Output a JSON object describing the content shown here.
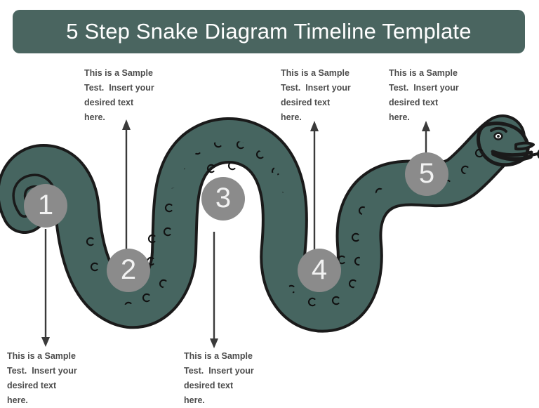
{
  "header": {
    "title": "5 Step Snake Diagram Timeline Template",
    "banner_color": "#4a6560",
    "title_color": "#ffffff"
  },
  "theme": {
    "snake_body_color": "#466560",
    "snake_outline_color": "#1a1a1a",
    "circle_color": "#8b8b8b",
    "circle_text_color": "#f2f2f2",
    "arrow_color": "#3a3a3a",
    "caption_color": "#4d4d4d",
    "background": "#ffffff"
  },
  "diagram": {
    "type": "snake-timeline",
    "step_count": 5,
    "illustration": "snake",
    "steps": [
      {
        "number": "1",
        "caption_lines": [
          "This is a Sample",
          "Test.  Insert your",
          "desired text",
          "here."
        ],
        "arrow_direction": "down",
        "caption_position": "bottom"
      },
      {
        "number": "2",
        "caption_lines": [
          "This is a Sample",
          "Test.  Insert your",
          "desired text",
          "here."
        ],
        "arrow_direction": "up",
        "caption_position": "top"
      },
      {
        "number": "3",
        "caption_lines": [
          "This is a Sample",
          "Test.  Insert your",
          "desired text",
          "here."
        ],
        "arrow_direction": "down",
        "caption_position": "bottom"
      },
      {
        "number": "4",
        "caption_lines": [
          "This is a Sample",
          "Test.  Insert your",
          "desired text",
          "here."
        ],
        "arrow_direction": "up",
        "caption_position": "top"
      },
      {
        "number": "5",
        "caption_lines": [
          "This is a Sample",
          "Test.  Insert your",
          "desired text",
          "here."
        ],
        "arrow_direction": "up",
        "caption_position": "top"
      }
    ]
  }
}
